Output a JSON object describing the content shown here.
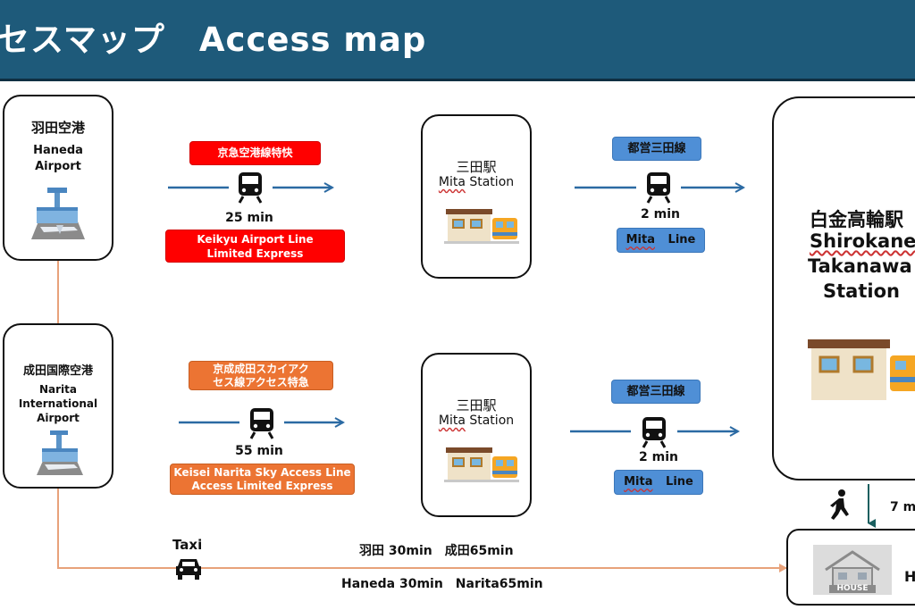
{
  "header": {
    "title": "セスマップ　Access map"
  },
  "haneda": {
    "jp": "羽田空港",
    "en1": "Haneda",
    "en2": "Airport"
  },
  "narita": {
    "jp": "成田国際空港",
    "en1": "Narita",
    "en2": "International",
    "en3": "Airport"
  },
  "route_keikyu": {
    "jp_label": "京急空港線特快",
    "minutes": "25 min",
    "en1": "Keikyu Airport Line",
    "en2": "Limited Express"
  },
  "route_keisei": {
    "jp1": "京成成田スカイアク",
    "jp2": "セス線アクセス特急",
    "minutes": "55 min",
    "en1": "Keisei Narita Sky Access Line",
    "en2": "Access Limited Express"
  },
  "mita_top": {
    "jp": "三田駅",
    "en_a": "Mita",
    "en_b": " Station"
  },
  "mita_bottom": {
    "jp": "三田駅",
    "en_a": "Mita",
    "en_b": " Station"
  },
  "toei_top": {
    "jp_label": "都営三田線",
    "minutes": "2 min",
    "en_a": "Mita",
    "en_b": "Line"
  },
  "toei_bottom": {
    "jp_label": "都営三田線",
    "minutes": "2 min",
    "en_a": "Mita",
    "en_b": "Line"
  },
  "shirokane": {
    "jp": "白金高輪駅",
    "en1": "Shirokane",
    "en2": "Takanawa",
    "en3": "Station"
  },
  "walk": {
    "minutes": "7 m"
  },
  "taxi": {
    "label": "Taxi",
    "jp_times": "羽田 30min　成田65min",
    "en_times": "Haneda 30min　Narita65min"
  },
  "house": {
    "sign": "HOUSE",
    "label": "H"
  },
  "colors": {
    "header": "#1e5a7a",
    "red": "#ff0000",
    "orange": "#ec7433",
    "blue": "#4f8fd6",
    "arrow": "#2b6aa3",
    "line": "#e8a27a"
  }
}
